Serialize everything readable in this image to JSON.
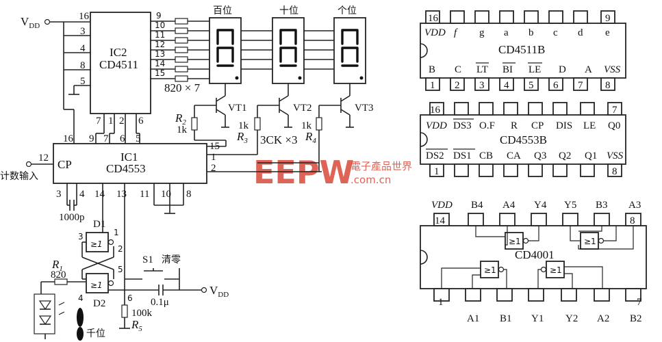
{
  "circuit": {
    "vdd": "V",
    "vdd_sub": "DD",
    "ic2": {
      "name": "IC2",
      "part": "CD4511"
    },
    "ic1": {
      "name": "IC1",
      "part": "CD4553"
    },
    "digits": [
      "百位",
      "十位",
      "个位"
    ],
    "resistor_array": "820 × 7",
    "transistors": [
      "VT1",
      "VT2",
      "VT3"
    ],
    "transistor_type": "3CK ×3",
    "r2": "R",
    "r2_sub": "2",
    "r2_val": "1k",
    "r3": "R",
    "r3_sub": "3",
    "r3_val": "1k",
    "r4": "R",
    "r4_sub": "4",
    "r4_val": "1k",
    "r1": "R",
    "r1_sub": "1",
    "r1_val": "820",
    "r5": "R",
    "r5_sub": "5",
    "r5_val": "100k",
    "cap1": "1000p",
    "cap2": "0.1μ",
    "switch": "S1",
    "switch_label": "清零",
    "cp": "CP",
    "count_input": "计数输入",
    "d1": "D1",
    "d2": "D2",
    "thousands": "千位",
    "ic2_left_pins": [
      "16",
      "3",
      "4",
      "8",
      "5"
    ],
    "ic2_right_pins": [
      "9",
      "10",
      "11",
      "12",
      "13",
      "14",
      "15"
    ],
    "ic2_bottom_pins": [
      "7",
      "1",
      "2",
      "6"
    ],
    "ic1_top_pins": [
      "16",
      "9",
      "7",
      "6",
      "5"
    ],
    "ic1_right_pins": [
      "15",
      "1",
      "2"
    ],
    "ic1_left_pins": [
      "12"
    ],
    "ic1_bottom_pins": [
      "3",
      "4",
      "14",
      "13",
      "11",
      "10",
      "8"
    ],
    "gate_pins": [
      "1",
      "2",
      "3",
      "4",
      "5",
      "6"
    ]
  },
  "cd4511b": {
    "name": "CD4511B",
    "top_pins": [
      "16",
      "9"
    ],
    "top_labels": [
      "VDD",
      "f",
      "g",
      "a",
      "b",
      "c",
      "d",
      "e"
    ],
    "bottom_labels": [
      "B",
      "C",
      "LT",
      "BI",
      "LE",
      "D",
      "A",
      "VSS"
    ],
    "bottom_pins": [
      "1",
      "2",
      "3",
      "4",
      "5",
      "6",
      "7",
      "8"
    ]
  },
  "cd4553b": {
    "name": "CD4553B",
    "top_pins": [
      "16",
      "7"
    ],
    "top_labels": [
      "VDD",
      "DS3",
      "O.F",
      "R",
      "CP",
      "DIS",
      "LE",
      "Q0"
    ],
    "bottom_labels": [
      "DS2",
      "DS1",
      "CB",
      "CA",
      "Q3",
      "Q2",
      "Q1",
      "VSS"
    ],
    "bottom_pins": [
      "1",
      "8"
    ]
  },
  "cd4001": {
    "name": "CD4001",
    "top_labels": [
      "VDD",
      "B4",
      "A4",
      "Y4",
      "Y5",
      "B3",
      "A3"
    ],
    "top_pins": [
      "14",
      "8"
    ],
    "bottom_labels": [
      "A1",
      "B1",
      "Y1",
      "Y2",
      "A2",
      "B2"
    ],
    "bottom_pins": [
      "1",
      "7"
    ]
  },
  "watermark": {
    "logo": "EEPW",
    "cn": "電子產品世界",
    "url": ".com.cn"
  }
}
